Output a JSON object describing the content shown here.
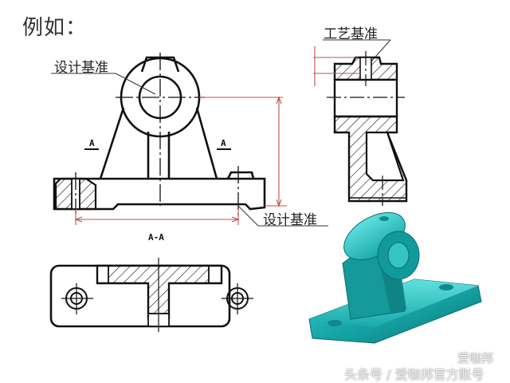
{
  "title": "例如：",
  "labels": {
    "design_datum_top": "设计基准",
    "design_datum_bottom": "设计基准",
    "process_datum": "工艺基准",
    "section_mark_left": "A",
    "section_mark_right": "A",
    "section_view_label": "A-A"
  },
  "watermark": {
    "brand": "爱咖邦",
    "source": "头条号 / 爱咖邦官方账号"
  },
  "colors": {
    "line": "#111111",
    "dimension": "#c0504d",
    "model": "#1fa3a3",
    "leader": "#333333"
  }
}
